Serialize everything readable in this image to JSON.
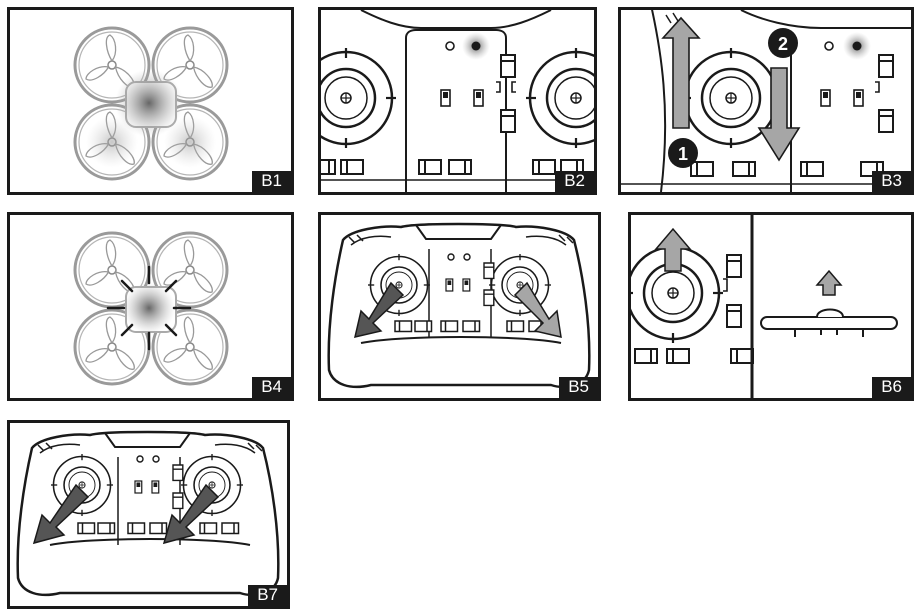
{
  "panels": [
    {
      "label": "B1"
    },
    {
      "label": "B2"
    },
    {
      "label": "B3",
      "steps": [
        "1",
        "2"
      ]
    },
    {
      "label": "B4"
    },
    {
      "label": "B5"
    },
    {
      "label": "B6"
    },
    {
      "label": "B7"
    }
  ],
  "colors": {
    "outline": "#1a1a1a",
    "drone_line": "#999999",
    "arrow_fill": "#a6a6a6",
    "led_glow": "#707070"
  }
}
